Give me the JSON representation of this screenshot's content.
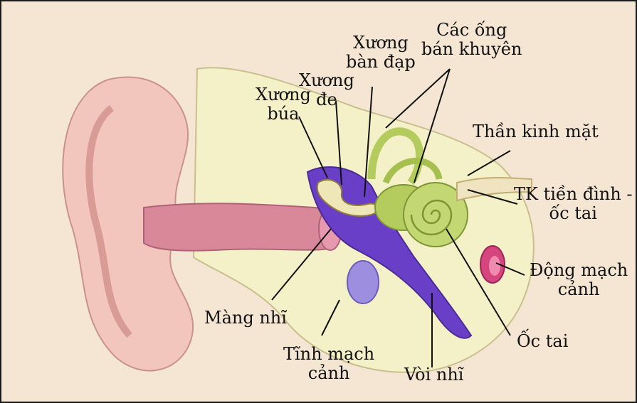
{
  "colors": {
    "background": "#f5e6d3",
    "skin": "#f2c6bd",
    "canal": "#d9889a",
    "bone": "#f4f0c8",
    "middle_ear": "#6a3fc7",
    "cochlea": "#b4cc5e",
    "carotid": "#d6457d",
    "vein": "#9d8ee0",
    "leader_line": "#111111"
  },
  "labels": {
    "ossicle_malleus": [
      "Xương",
      "búa"
    ],
    "ossicle_incus": [
      "Xương",
      "đe"
    ],
    "ossicle_stapes": [
      "Xương",
      "bàn đạp"
    ],
    "semicircular_canals": [
      "Các ống",
      "bán khuyên"
    ],
    "facial_nerve": [
      "Thần kinh mặt"
    ],
    "vestibulocochlear_nerve": [
      "TK tiền đình -",
      "ốc tai"
    ],
    "carotid_artery": [
      "Động mạch",
      "cảnh"
    ],
    "cochlea": [
      "Ốc tai"
    ],
    "eustachian_tube": [
      "Vòi nhĩ"
    ],
    "jugular_vein": [
      "Tĩnh mạch",
      "cảnh"
    ],
    "eardrum": [
      "Màng nhĩ"
    ]
  }
}
